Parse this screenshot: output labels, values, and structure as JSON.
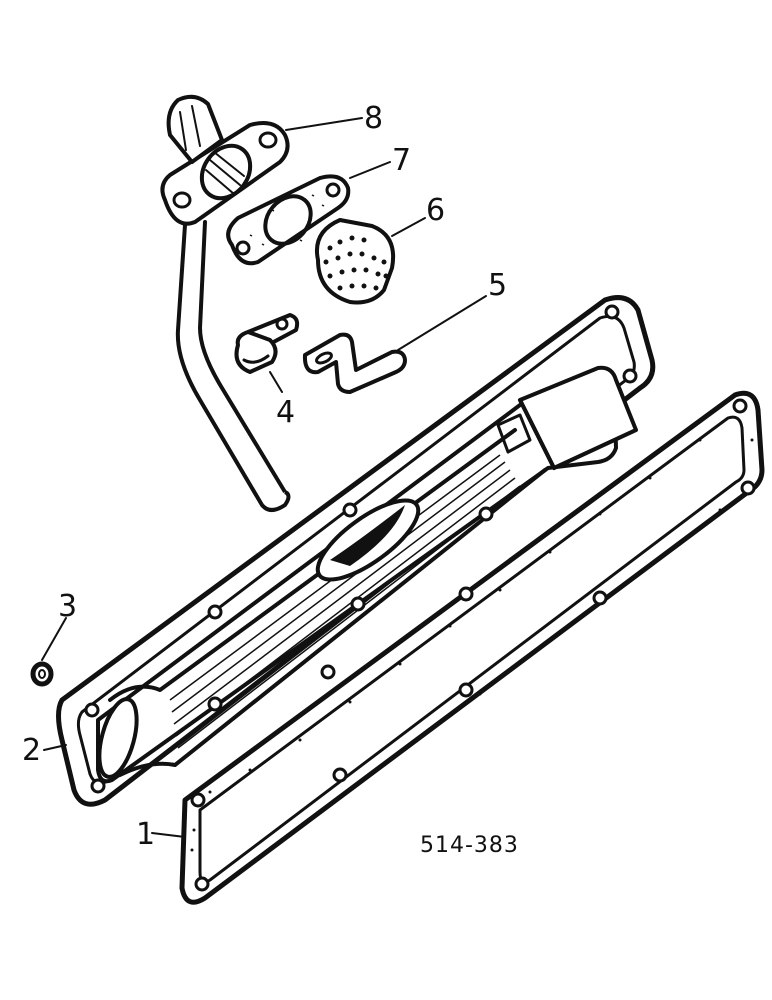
{
  "diagram": {
    "doc_number": "514-383",
    "callouts": [
      {
        "id": "1",
        "label": "1",
        "part": "valve-cover-gasket"
      },
      {
        "id": "2",
        "label": "2",
        "part": "valve-cover"
      },
      {
        "id": "3",
        "label": "3",
        "part": "washer"
      },
      {
        "id": "4",
        "label": "4",
        "part": "clip"
      },
      {
        "id": "5",
        "label": "5",
        "part": "bracket"
      },
      {
        "id": "6",
        "label": "6",
        "part": "breather-filter"
      },
      {
        "id": "7",
        "label": "7",
        "part": "flange-gasket"
      },
      {
        "id": "8",
        "label": "8",
        "part": "breather-tube"
      }
    ]
  }
}
